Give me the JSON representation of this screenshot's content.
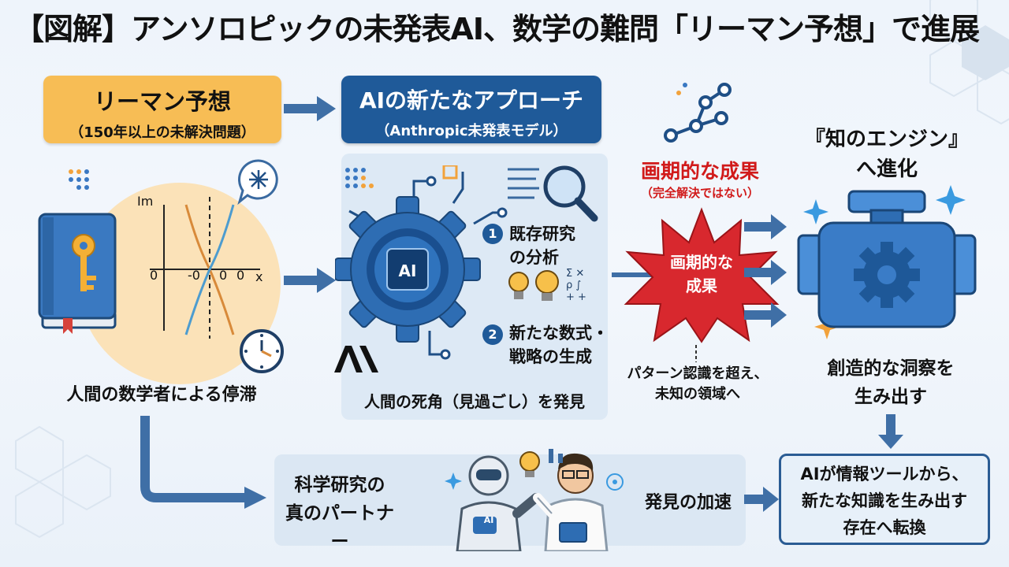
{
  "title": "【図解】アンソロピックの未発表AI、数学の難問「リーマン予想」で進展",
  "riemann_box": {
    "title": "リーマン予想",
    "subtitle": "（150年以上の未解決問題）"
  },
  "approach_box": {
    "title": "AIの新たなアプローチ",
    "subtitle": "（Anthropic未発表モデル）"
  },
  "plot": {
    "axis_y": "Im",
    "axis_x": "x",
    "tick_left": "0",
    "tick_neg": "-0",
    "tick_right": "0"
  },
  "stagnation_label": "人間の数学者による停滞",
  "ai_chip_label": "AI",
  "step1": {
    "number": "1",
    "line1": "既存研究",
    "line2": "の分析"
  },
  "step2": {
    "number": "2",
    "line1": "新たな数式・",
    "line2": "戦略の生成"
  },
  "math_symbols": "Σ ✕\nρ ∫\n+ +",
  "blind_spot_label": "人間の死角（見過ごし）を発見",
  "breakthrough": {
    "title": "画期的な成果",
    "subtitle": "（完全解決ではない）",
    "burst_line1": "画期的な",
    "burst_line2": "成果"
  },
  "pattern_label": {
    "line1": "パターン認識を超え、",
    "line2": "未知の領域へ"
  },
  "engine": {
    "title_line1": "『知のエンジン』",
    "title_line2": "へ進化",
    "caption_line1": "創造的な洞察を",
    "caption_line2": "生み出す"
  },
  "partner": {
    "line1": "科学研究の",
    "line2": "真のパートナー",
    "robot_chip": "AI"
  },
  "acceleration_label": "発見の加速",
  "final_box": {
    "line1": "AIが情報ツールから、",
    "line2": "新たな知識を生み出す",
    "line3": "存在へ転換"
  },
  "colors": {
    "orange": "#f7bd55",
    "navy": "#1f5a99",
    "red": "#d11a1a",
    "arrow": "#3f6fa6"
  }
}
